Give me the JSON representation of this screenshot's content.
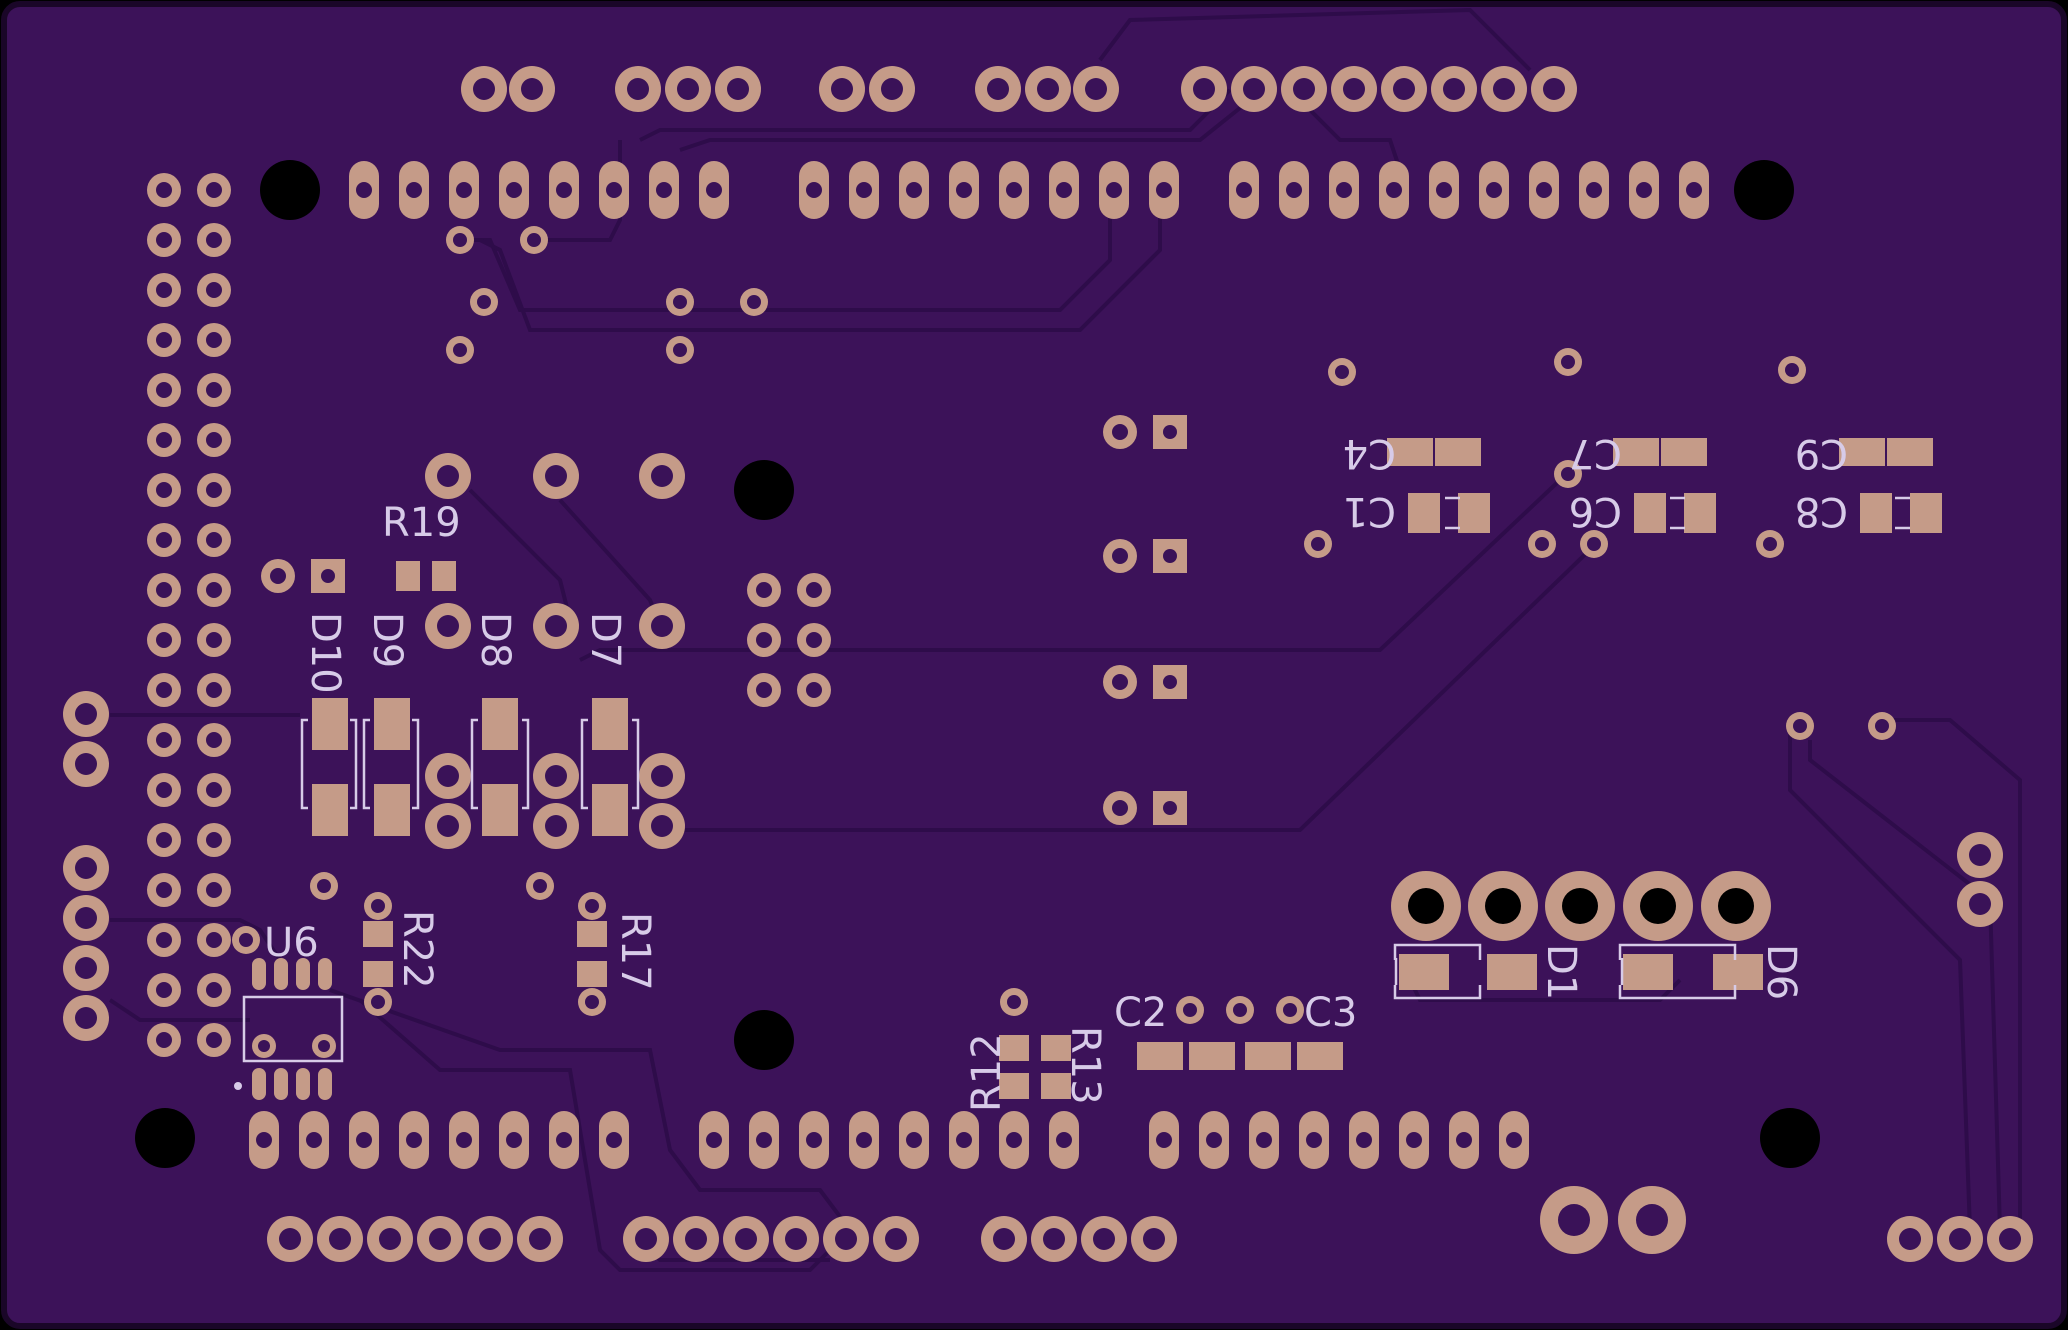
{
  "board": {
    "colors": {
      "substrate": "#3c1259",
      "edge": "#1a0628",
      "pad": "#c59b88",
      "drill": "#3a1258",
      "mount_hole": "#000000",
      "silkscreen": "#d7cbe8",
      "trace": "#2e0c4a"
    },
    "labels": {
      "r19": "R19",
      "d10": "D10",
      "d9": "D9",
      "d8": "D8",
      "d7": "D7",
      "u6": "U6",
      "r22": "R22",
      "r17": "R17",
      "r12": "R12",
      "r13": "R13",
      "c2": "C2",
      "c3": "C3",
      "c4": "C4",
      "c7": "C7",
      "c9": "C9",
      "c1": "C1",
      "c6": "C6",
      "c8": "C8",
      "d1": "D1",
      "d6": "D6"
    }
  }
}
